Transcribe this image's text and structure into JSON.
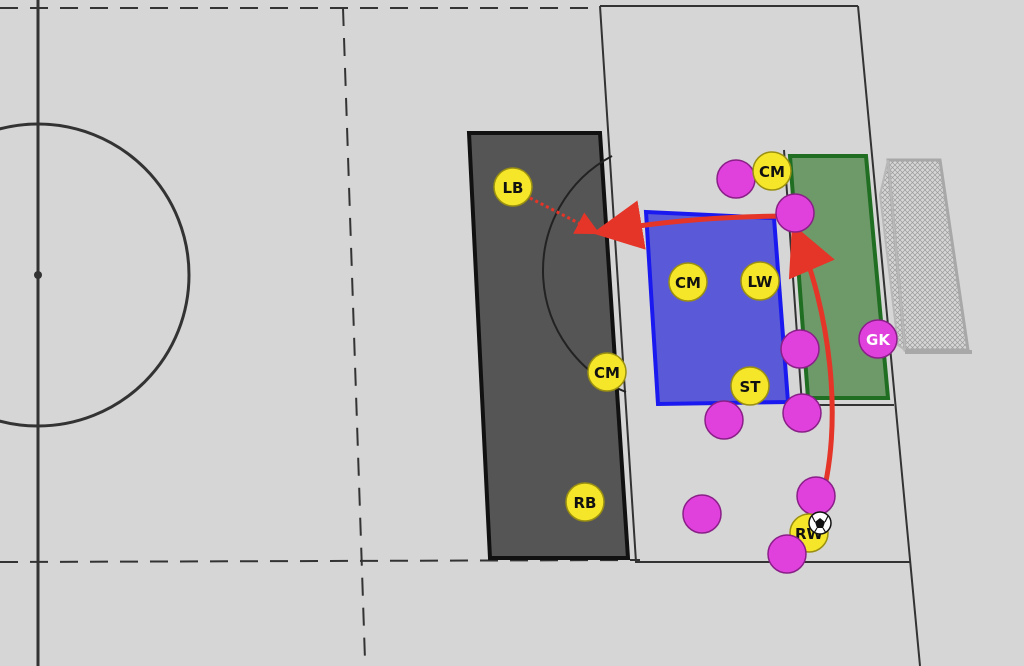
{
  "colors": {
    "pitch": "#d6d6d6",
    "line": "#333333",
    "team_a": "#f5e62a",
    "team_b": "#e040dc",
    "dark_zone": "#555555",
    "blue_zone": "#5a5ad8",
    "blue_border": "#1a1af0",
    "green_zone": "#6e9a6a",
    "green_border": "#1f6e22",
    "arrow": "#e53528"
  },
  "players_yellow": [
    {
      "id": "lb",
      "label": "LB"
    },
    {
      "id": "cm-top",
      "label": "CM"
    },
    {
      "id": "cm-mid",
      "label": "CM"
    },
    {
      "id": "lw",
      "label": "LW"
    },
    {
      "id": "cm-left",
      "label": "CM"
    },
    {
      "id": "st",
      "label": "ST"
    },
    {
      "id": "rb",
      "label": "RB"
    },
    {
      "id": "rw",
      "label": "RW"
    }
  ],
  "players_magenta": [
    {
      "id": "gk",
      "label": "GK"
    }
  ],
  "icons": {
    "ball": "soccer-ball-icon",
    "goal": "goal-net-icon"
  }
}
